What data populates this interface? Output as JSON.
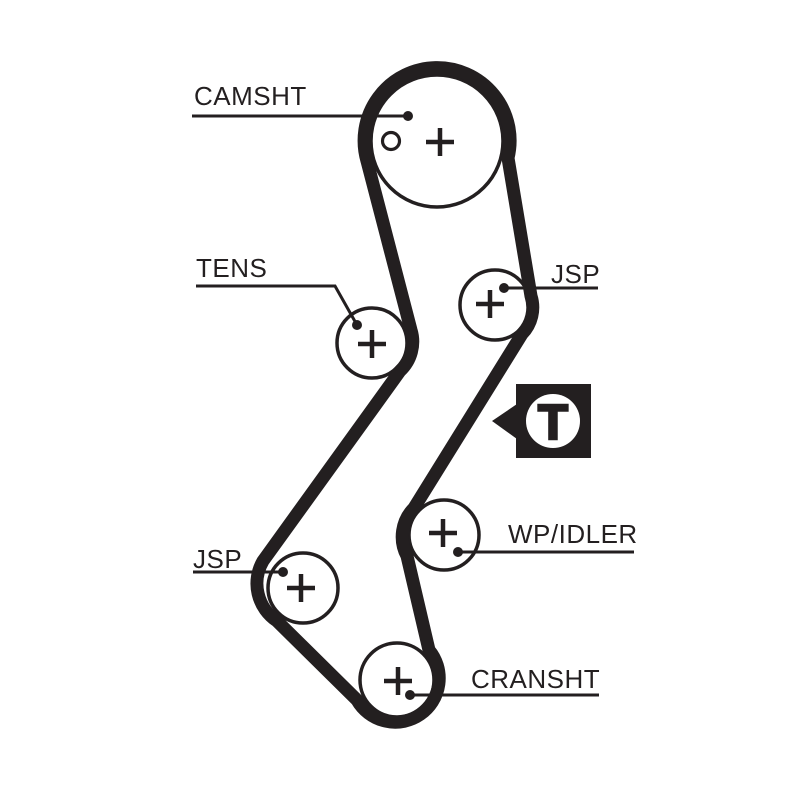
{
  "page": {
    "background_color": "#ffffff",
    "line_color": "#231f20"
  },
  "diagram": {
    "labels": {
      "camshaft": "CAMSHT",
      "tensioner": "TENS",
      "jsp_upper": "JSP",
      "wp_idler": "WP/IDLER",
      "jsp_lower": "JSP",
      "crankshaft": "CRANSHT"
    },
    "marker": {
      "label": "T"
    }
  }
}
